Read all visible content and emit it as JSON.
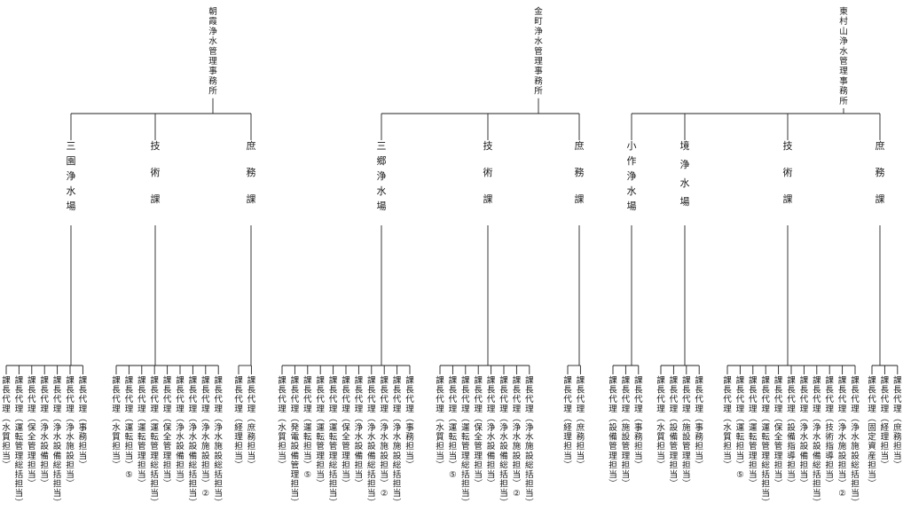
{
  "offices": [
    {
      "name": "朝霞浄水管理事務所",
      "units": [
        {
          "name": "三園浄水場",
          "staff": [
            "課長代理（水質担当）",
            "課長代理（運転管理総括担当）",
            "課長代理（保全管理担当）",
            "課長代理（浄水設備担当）",
            "課長代理（浄水設備総括担当）",
            "課長代理（浄水施設担当）",
            "課長代理（事務担当）"
          ]
        },
        {
          "name": "技術課",
          "staff": [
            "課長代理（水質担当）",
            "課長代理（運転担当）⑤",
            "課長代理（運転管理担当）",
            "課長代理（運転管理総括担当）",
            "課長代理（保全管理担当）",
            "課長代理（浄水設備担当）",
            "課長代理（浄水設備総括担当）",
            "課長代理（浄水施設担当）②",
            "課長代理（浄水施設総括担当）"
          ]
        },
        {
          "name": "庶務課",
          "staff": [
            "課長代理（経理担当）",
            "課長代理（庶務担当）"
          ]
        }
      ]
    },
    {
      "name": "金町浄水管理事務所",
      "units": [
        {
          "name": "三郷浄水場",
          "staff": [
            "課長代理（水質担当）",
            "課長代理（発電設備管理担当）",
            "課長代理（運転担当）⑤",
            "課長代理（運転管理担当）",
            "課長代理（運転管理総括担当）",
            "課長代理（保全管理担当）",
            "課長代理（浄水設備担当）",
            "課長代理（浄水設備総括担当）",
            "課長代理（浄水施設担当）②",
            "課長代理（浄水施設総括担当）",
            "課長代理（事務担当）"
          ]
        },
        {
          "name": "技術課",
          "staff": [
            "課長代理（水質担当）",
            "課長代理（運転担当）⑤",
            "課長代理（運転管理総括担当）",
            "課長代理（保全管理担当）",
            "課長代理（浄水設備担当）",
            "課長代理（浄水設備総括担当）",
            "課長代理（浄水施設担当）②",
            "課長代理（浄水施設総括担当）"
          ]
        },
        {
          "name": "庶務課",
          "staff": [
            "課長代理（経理担当）",
            "課長代理（庶務担当）"
          ]
        }
      ]
    },
    {
      "name": "東村山浄水管理事務所",
      "units": [
        {
          "name": "小作浄水場",
          "staff": [
            "課長代理（設備管理担当）",
            "課長代理（施設管理担当）",
            "課長代理（事務担当）"
          ]
        },
        {
          "name": "境浄水場",
          "staff": [
            "課長代理（水質担当）",
            "課長代理（設備管理担当）",
            "課長代理（施設管理担当）",
            "課長代理（事務担当）"
          ]
        },
        {
          "name": "技術課",
          "staff": [
            "課長代理（水質担当）",
            "課長代理（運転担当）⑤",
            "課長代理（運転管理担当）",
            "課長代理（運転管理総括担当）",
            "課長代理（保全管理担当）",
            "課長代理（設備指導担当）",
            "課長代理（浄水設備担当）",
            "課長代理（浄水設備総括担当）",
            "課長代理（技術指導担当）",
            "課長代理（浄水施設担当）②",
            "課長代理（浄水施設総括担当）"
          ]
        },
        {
          "name": "庶務課",
          "staff": [
            "課長代理（固定資産担当）",
            "課長代理（経理担当）",
            "課長代理（庶務担当）"
          ]
        }
      ]
    }
  ]
}
